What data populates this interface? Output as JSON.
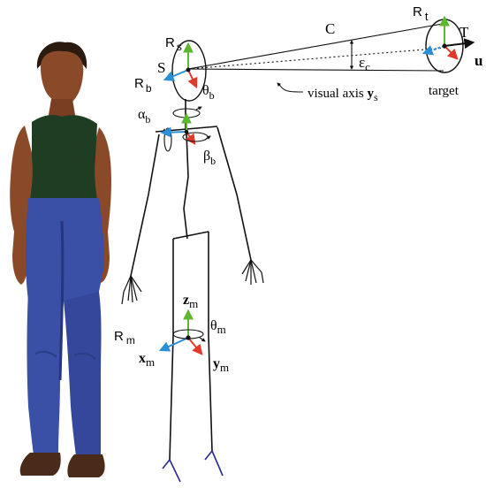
{
  "labels": {
    "rs_R": "R",
    "rs_sub": "s",
    "s_point": "S",
    "rb_R": "R",
    "rb_sub": "b",
    "theta_b": "θ",
    "theta_b_sub": "b",
    "alpha_b": "α",
    "alpha_b_sub": "b",
    "beta_b": "β",
    "beta_b_sub": "b",
    "c_line": "C",
    "rt_R": "R",
    "rt_sub": "t",
    "t_point": "T",
    "u_vec": "u",
    "eps": "ε",
    "eps_sub": "c",
    "target": "target",
    "visual_axis": "visual axis ",
    "visual_axis_y": "y",
    "visual_axis_sub": "s",
    "zm": "z",
    "zm_sub": "m",
    "theta_m": "θ",
    "theta_m_sub": "m",
    "rm_R": "R",
    "rm_sub": "m",
    "xm": "x",
    "xm_sub": "m",
    "ym": "y",
    "ym_sub": "m"
  },
  "colors": {
    "axis_green": "#5cb82e",
    "axis_blue": "#2a8fd4",
    "axis_red": "#e03a2a",
    "skin": "#8a4a2a",
    "shirt": "#1f3d22",
    "jeans": "#3a4fa6",
    "hair": "#2a1a10",
    "shoes": "#4a2a18",
    "stroke": "#111111"
  }
}
